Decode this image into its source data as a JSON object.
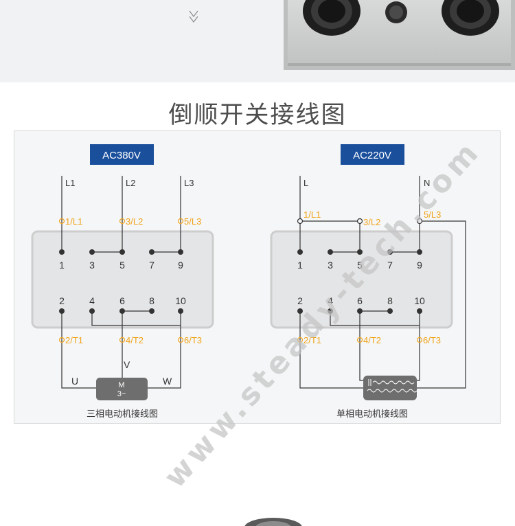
{
  "title": "倒顺开关接线图",
  "watermark": "www.steady-tech.com",
  "colors": {
    "badge": "#1a4f9c",
    "terminal_label": "#f0a41c",
    "wire": "#333333",
    "switch_body": "#e4e5e6",
    "motor": "#6e6e6e"
  },
  "three_phase": {
    "voltage": "AC380V",
    "lines": [
      "L1",
      "L2",
      "L3"
    ],
    "input_terminals": [
      "1/L1",
      "3/L2",
      "5/L3"
    ],
    "top_contacts": [
      "1",
      "3",
      "5",
      "7",
      "9"
    ],
    "bottom_contacts": [
      "2",
      "4",
      "6",
      "8",
      "10"
    ],
    "output_terminals": [
      "2/T1",
      "4/T2",
      "6/T3"
    ],
    "phases": [
      "U",
      "V",
      "W"
    ],
    "motor_label": "M",
    "motor_sub": "3~",
    "caption": "三相电动机接线图"
  },
  "single_phase": {
    "voltage": "AC220V",
    "lines": [
      "L",
      "N"
    ],
    "input_terminals": [
      "1/L1",
      "3/L2",
      "5/L3"
    ],
    "top_contacts": [
      "1",
      "3",
      "5",
      "7",
      "9"
    ],
    "bottom_contacts": [
      "2",
      "4",
      "6",
      "8",
      "10"
    ],
    "output_terminals": [
      "2/T1",
      "4/T2",
      "6/T3"
    ],
    "caption": "单相电动机接线图"
  }
}
